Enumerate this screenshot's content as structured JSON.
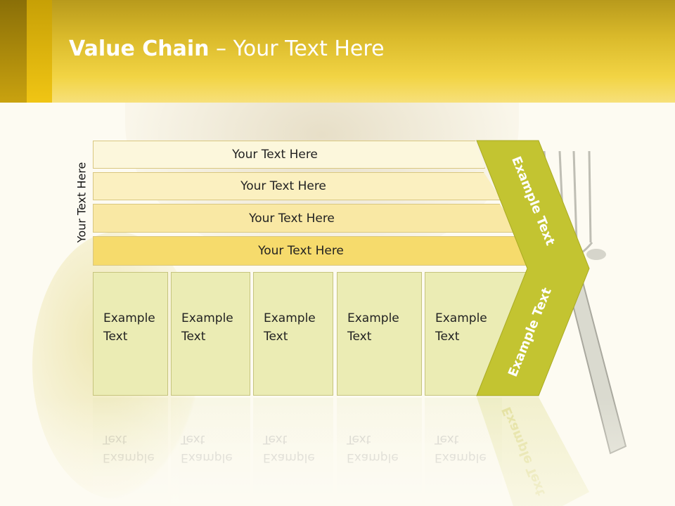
{
  "title": {
    "bold": "Value Chain",
    "rest": " – Your Text Here"
  },
  "side_label": "Your Text Here",
  "rows": [
    {
      "label": "Your Text Here"
    },
    {
      "label": "Your Text Here"
    },
    {
      "label": "Your Text Here"
    },
    {
      "label": "Your Text Here"
    }
  ],
  "boxes": [
    {
      "line1": "Example",
      "line2": "Text"
    },
    {
      "line1": "Example",
      "line2": "Text"
    },
    {
      "line1": "Example",
      "line2": "Text"
    },
    {
      "line1": "Example",
      "line2": "Text"
    },
    {
      "line1": "Example",
      "line2": "Text"
    }
  ],
  "chevron": {
    "upper": "Example Text",
    "lower": "Example Text"
  },
  "colors": {
    "header": "#f2d444",
    "chevron": "#c3c431",
    "box": "#ebecb4"
  }
}
